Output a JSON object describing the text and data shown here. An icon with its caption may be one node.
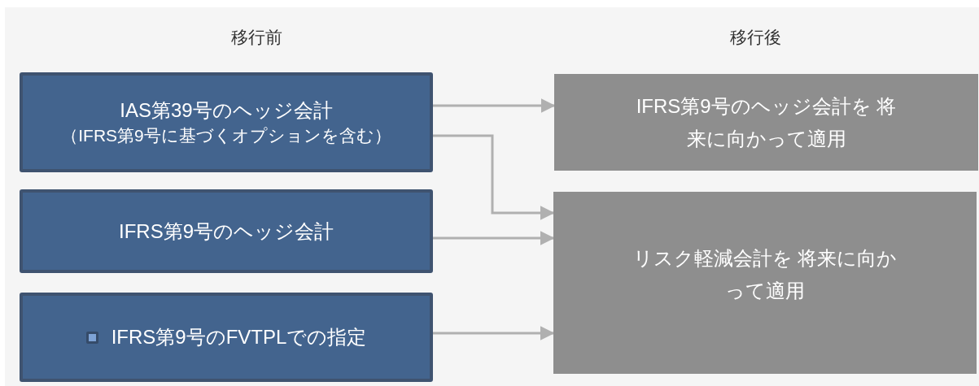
{
  "diagram": {
    "nodes": [
      {
        "text": [
          "IAS第39号のヘッジ会計",
          "（IFRS第9号に基づくオプションを含む）"
        ]
      },
      {
        "text": [
          "IFRS第9号のヘッジ会計"
        ]
      },
      {
        "text": [
          "IFRS第9号のFVTPLでの指定"
        ]
      },
      {
        "text": [
          "IFRS第9号のヘッジ会計を 将来に向かって適用"
        ]
      },
      {
        "text": [
          "リスク軽減会計を 将来に向かって適用"
        ]
      }
    ],
    "edges": [
      {
        "from": 0,
        "to": 3,
        "arrow": "to"
      },
      {
        "from": 0,
        "to": 4,
        "arrow": "to"
      },
      {
        "from": 1,
        "to": 4,
        "arrow": "to"
      },
      {
        "from": 2,
        "to": 4,
        "arrow": "to"
      }
    ],
    "labels": [
      "移行前",
      "移行後"
    ]
  }
}
